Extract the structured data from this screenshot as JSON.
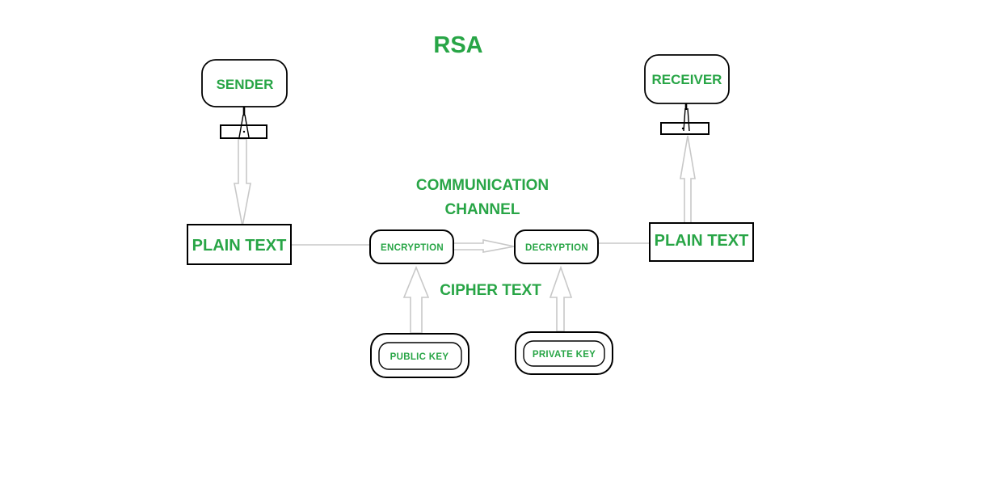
{
  "diagram": {
    "title": "RSA",
    "colors": {
      "text_green": "#28a546",
      "connector_gray": "#c8c8c8",
      "outline_black": "#000000",
      "background": "#ffffff"
    },
    "nodes": {
      "sender": {
        "label": "SENDER"
      },
      "receiver": {
        "label": "RECEIVER"
      },
      "plain_text_left": {
        "label": "PLAIN TEXT"
      },
      "plain_text_right": {
        "label": "PLAIN TEXT"
      },
      "encryption": {
        "label": "ENCRYPTION"
      },
      "decryption": {
        "label": "DECRYPTION"
      },
      "public_key": {
        "label": "PUBLIC KEY"
      },
      "private_key": {
        "label": "PRIVATE KEY"
      }
    },
    "annotations": {
      "communication_channel": {
        "line1": "COMMUNICATION",
        "line2": "CHANNEL"
      },
      "cipher_text": "CIPHER TEXT"
    },
    "edges": [
      {
        "from": "sender",
        "to": "plain_text_left",
        "type": "arrow-down"
      },
      {
        "from": "plain_text_left",
        "to": "encryption",
        "type": "line"
      },
      {
        "from": "encryption",
        "to": "decryption",
        "type": "arrow-right"
      },
      {
        "from": "decryption",
        "to": "plain_text_right",
        "type": "line"
      },
      {
        "from": "plain_text_right",
        "to": "receiver",
        "type": "arrow-up"
      },
      {
        "from": "public_key",
        "to": "encryption",
        "type": "arrow-up"
      },
      {
        "from": "private_key",
        "to": "decryption",
        "type": "arrow-up"
      }
    ]
  }
}
